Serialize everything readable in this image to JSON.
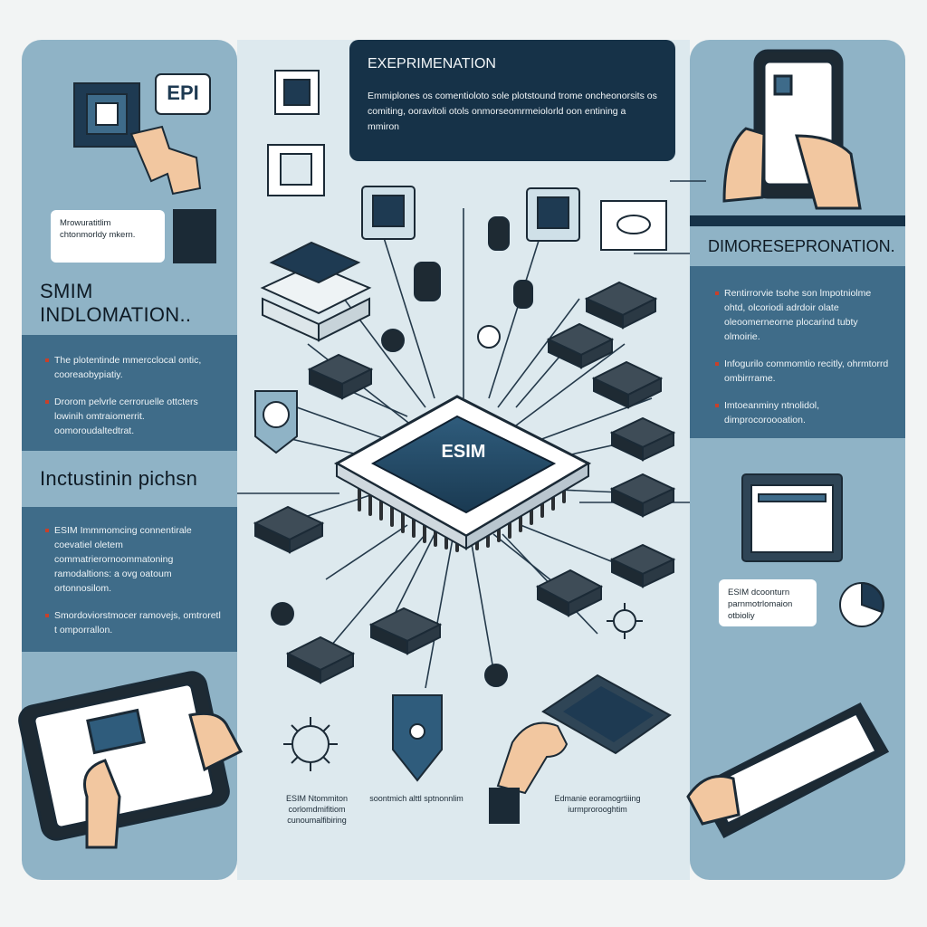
{
  "left": {
    "note_text": "Mrowuratitlim chtonmorldy mkern.",
    "heading_1": "SMIM INDLOMATION..",
    "box_1": [
      "The plotentinde mmercclocal ontic, cooreaobypiatiy.",
      "Drorom pelvrle cerroruelle ottcters lowinih omtraiomerrit. oomoroudaltedtrat."
    ],
    "heading_2": "Inctustinin pichsn",
    "box_2": [
      "ESIM Immmomcing connentirale coevatiel oletem commatrierornoommatoning ramodaltions: a ovg oatoum ortonnosilom.",
      "Smordoviorstmocer ramovejs, omtroretl t omporrallon."
    ],
    "badge_label": "EPI"
  },
  "center": {
    "callout_title": "EXEPRIMENATION",
    "callout_text": "Emmiplones os comentioloto sole plotstound trome oncheonorsits os comiting, ooravitoli otols onmorseomrmeiolorld oon entining a mmiron",
    "chip_label": "ESIM",
    "caption_1": "ESIM Ntommiton corlomdmifitiom cunoumalfibiring",
    "caption_2": "soontmich alttl sptnonnlim",
    "caption_3": "Edmanie eoramogrtiiing iurmprorooghtim"
  },
  "right": {
    "heading": "DIMORESEPRONATION.",
    "box": [
      "Rentirrorvie tsohe son lmpotniolme ohtd, olcoriodi adrdoir olate oleoomerneorne plocarind tubty olmoirie.",
      "Infogurilo commomtio recitly, ohrmtorrd ombirrrame.",
      "Imtoeanminy ntnolidol, dimprocoroooation."
    ],
    "note_text": "ESIM dcoonturn parnmotrlomaion otbioliy"
  },
  "colors": {
    "panel": "#8fb3c6",
    "panel_dark": "#3f6c89",
    "navy": "#163248",
    "chip_top": "#264e6b",
    "background": "#dde9ee"
  }
}
